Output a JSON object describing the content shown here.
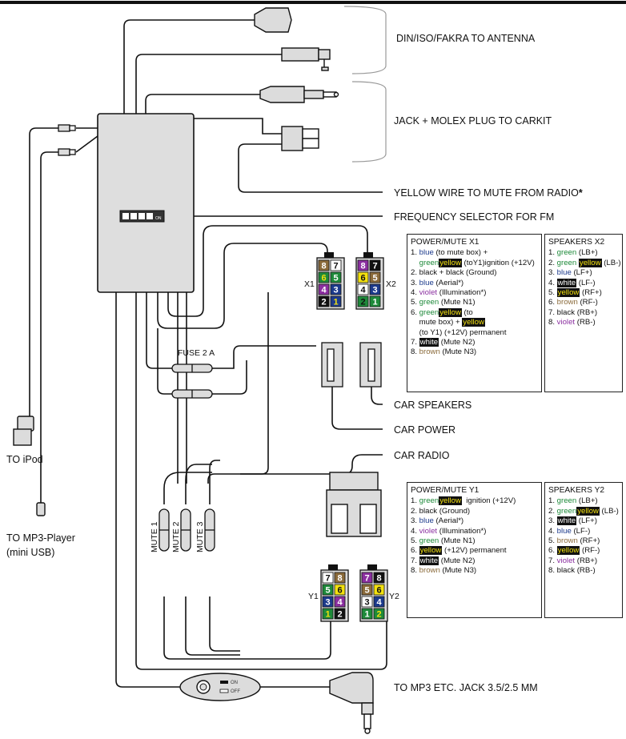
{
  "labels": {
    "antenna": "DIN/ISO/FAKRA TO ANTENNA",
    "carkit": "JACK + MOLEX PLUG TO CARKIT",
    "mute_radio": "YELLOW WIRE TO MUTE FROM RADIO",
    "mute_radio_star": "*",
    "freq": "FREQUENCY SELECTOR FOR FM",
    "car_speakers": "CAR SPEAKERS",
    "car_power": "CAR POWER",
    "car_radio": "CAR RADIO",
    "ipod": "TO iPod",
    "mp3_line1": "TO MP3-Player",
    "mp3_line2": "(mini USB)",
    "mp3_jack": "TO MP3 ETC. JACK 3.5/2.5 MM",
    "fuse": "FUSE 2 A",
    "x1": "X1",
    "x2": "X2",
    "y1": "Y1",
    "y2": "Y2",
    "mute1": "MUTE 1",
    "mute2": "MUTE 2",
    "mute3": "MUTE 3",
    "switch_on": "ON",
    "switch_off": "OFF",
    "dip_on": "ON"
  },
  "connectors": {
    "x1": [
      {
        "n": "8",
        "bg": "#8a6a3a",
        "fg": "#ffffff"
      },
      {
        "n": "7",
        "bg": "#ffffff",
        "fg": "#111111"
      },
      {
        "n": "6",
        "bg": "#1e8a3a",
        "fg": "#f3e10f"
      },
      {
        "n": "5",
        "bg": "#1e8a3a",
        "fg": "#ffffff"
      },
      {
        "n": "4",
        "bg": "#8b2fa0",
        "fg": "#ffffff"
      },
      {
        "n": "3",
        "bg": "#1c3a8c",
        "fg": "#ffffff"
      },
      {
        "n": "2",
        "bg": "#111111",
        "fg": "#ffffff"
      },
      {
        "n": "1",
        "bg": "#1c3a8c",
        "fg": "#f3e10f"
      }
    ],
    "x2": [
      {
        "n": "8",
        "bg": "#8b2fa0",
        "fg": "#ffffff"
      },
      {
        "n": "7",
        "bg": "#111111",
        "fg": "#ffffff"
      },
      {
        "n": "6",
        "bg": "#f3e10f",
        "fg": "#111111"
      },
      {
        "n": "5",
        "bg": "#8a6a3a",
        "fg": "#ffffff"
      },
      {
        "n": "4",
        "bg": "#ffffff",
        "fg": "#111111"
      },
      {
        "n": "3",
        "bg": "#1c3a8c",
        "fg": "#ffffff"
      },
      {
        "n": "2",
        "bg": "#1e8a3a",
        "fg": "#111111"
      },
      {
        "n": "1",
        "bg": "#1e8a3a",
        "fg": "#ffffff"
      }
    ],
    "y1": [
      {
        "n": "7",
        "bg": "#ffffff",
        "fg": "#111111"
      },
      {
        "n": "8",
        "bg": "#8a6a3a",
        "fg": "#ffffff"
      },
      {
        "n": "5",
        "bg": "#1e8a3a",
        "fg": "#ffffff"
      },
      {
        "n": "6",
        "bg": "#f3e10f",
        "fg": "#111111"
      },
      {
        "n": "3",
        "bg": "#1c3a8c",
        "fg": "#ffffff"
      },
      {
        "n": "4",
        "bg": "#8b2fa0",
        "fg": "#ffffff"
      },
      {
        "n": "1",
        "bg": "#1e8a3a",
        "fg": "#f3e10f"
      },
      {
        "n": "2",
        "bg": "#111111",
        "fg": "#ffffff"
      }
    ],
    "y2": [
      {
        "n": "7",
        "bg": "#8b2fa0",
        "fg": "#ffffff"
      },
      {
        "n": "8",
        "bg": "#111111",
        "fg": "#ffffff"
      },
      {
        "n": "5",
        "bg": "#8a6a3a",
        "fg": "#ffffff"
      },
      {
        "n": "6",
        "bg": "#f3e10f",
        "fg": "#111111"
      },
      {
        "n": "3",
        "bg": "#ffffff",
        "fg": "#111111"
      },
      {
        "n": "4",
        "bg": "#1c3a8c",
        "fg": "#ffffff"
      },
      {
        "n": "1",
        "bg": "#1e8a3a",
        "fg": "#ffffff"
      },
      {
        "n": "2",
        "bg": "#1e8a3a",
        "fg": "#f3e10f"
      }
    ]
  },
  "legends": {
    "power_x1": {
      "title": "POWER/MUTE X1",
      "rows": [
        [
          {
            "t": "1. ",
            "c": "plain"
          },
          {
            "t": "blue",
            "c": "blue"
          },
          {
            "t": " (to mute box) +",
            "c": "plain"
          }
        ],
        [
          {
            "t": "    ",
            "c": "plain"
          },
          {
            "t": "green",
            "c": "green"
          },
          {
            "t": "yellow",
            "c": "yellow"
          },
          {
            "t": " (toY1)ignition (+12V)",
            "c": "plain"
          }
        ],
        [
          {
            "t": "2. black + black (Ground)",
            "c": "plain"
          }
        ],
        [
          {
            "t": "3. ",
            "c": "plain"
          },
          {
            "t": "blue",
            "c": "blue"
          },
          {
            "t": " (Aerial*)",
            "c": "plain"
          }
        ],
        [
          {
            "t": "4. ",
            "c": "plain"
          },
          {
            "t": "violet",
            "c": "violet"
          },
          {
            "t": " (Illumination*)",
            "c": "plain"
          }
        ],
        [
          {
            "t": "5. ",
            "c": "plain"
          },
          {
            "t": "green",
            "c": "green"
          },
          {
            "t": " (Mute N1)",
            "c": "plain"
          }
        ],
        [
          {
            "t": "6. ",
            "c": "plain"
          },
          {
            "t": "green",
            "c": "green"
          },
          {
            "t": "yellow",
            "c": "yellow"
          },
          {
            "t": " (to",
            "c": "plain"
          }
        ],
        [
          {
            "t": "    mute box) + ",
            "c": "plain"
          },
          {
            "t": "yellow",
            "c": "yellow"
          }
        ],
        [
          {
            "t": "    (to Y1)  (+12V) permanent",
            "c": "plain"
          }
        ],
        [
          {
            "t": "7. ",
            "c": "plain"
          },
          {
            "t": "white",
            "c": "white"
          },
          {
            "t": " (Mute N2)",
            "c": "plain"
          }
        ],
        [
          {
            "t": "8. ",
            "c": "plain"
          },
          {
            "t": "brown",
            "c": "brown"
          },
          {
            "t": " (Mute N3)",
            "c": "plain"
          }
        ]
      ]
    },
    "speakers_x2": {
      "title": "SPEAKERS X2",
      "rows": [
        [
          {
            "t": "1. ",
            "c": "plain"
          },
          {
            "t": "green",
            "c": "green"
          },
          {
            "t": " (LB+)",
            "c": "plain"
          }
        ],
        [
          {
            "t": "2. ",
            "c": "plain"
          },
          {
            "t": "green",
            "c": "green"
          },
          {
            "t": " ",
            "c": "plain"
          },
          {
            "t": "yellow",
            "c": "yellow"
          },
          {
            "t": " (LB-)",
            "c": "plain"
          }
        ],
        [
          {
            "t": "3. ",
            "c": "plain"
          },
          {
            "t": "blue",
            "c": "blue"
          },
          {
            "t": " (LF+)",
            "c": "plain"
          }
        ],
        [
          {
            "t": "4. ",
            "c": "plain"
          },
          {
            "t": "white",
            "c": "white"
          },
          {
            "t": " (LF-)",
            "c": "plain"
          }
        ],
        [
          {
            "t": "5. ",
            "c": "plain"
          },
          {
            "t": "yellow",
            "c": "yellow"
          },
          {
            "t": " (RF+)",
            "c": "plain"
          }
        ],
        [
          {
            "t": "6. ",
            "c": "plain"
          },
          {
            "t": "brown",
            "c": "brown"
          },
          {
            "t": " (RF-)",
            "c": "plain"
          }
        ],
        [
          {
            "t": "7. black (RB+)",
            "c": "plain"
          }
        ],
        [
          {
            "t": "8. ",
            "c": "plain"
          },
          {
            "t": "violet",
            "c": "violet"
          },
          {
            "t": " (RB-)",
            "c": "plain"
          }
        ]
      ]
    },
    "power_y1": {
      "title": "POWER/MUTE Y1",
      "rows": [
        [
          {
            "t": "1. ",
            "c": "plain"
          },
          {
            "t": "green",
            "c": "green"
          },
          {
            "t": "yellow",
            "c": "yellow"
          },
          {
            "t": "  ignition (+12V)",
            "c": "plain"
          }
        ],
        [
          {
            "t": "2. black (Ground)",
            "c": "plain"
          }
        ],
        [
          {
            "t": "3. ",
            "c": "plain"
          },
          {
            "t": "blue",
            "c": "blue"
          },
          {
            "t": " (Aerial*)",
            "c": "plain"
          }
        ],
        [
          {
            "t": "4. ",
            "c": "plain"
          },
          {
            "t": "violet",
            "c": "violet"
          },
          {
            "t": " (Illumination*)",
            "c": "plain"
          }
        ],
        [
          {
            "t": "5. ",
            "c": "plain"
          },
          {
            "t": "green",
            "c": "green"
          },
          {
            "t": " (Mute N1)",
            "c": "plain"
          }
        ],
        [
          {
            "t": "6. ",
            "c": "plain"
          },
          {
            "t": "yellow",
            "c": "yellow"
          },
          {
            "t": " (+12V) permanent",
            "c": "plain"
          }
        ],
        [
          {
            "t": "7. ",
            "c": "plain"
          },
          {
            "t": "white",
            "c": "white"
          },
          {
            "t": " (Mute N2)",
            "c": "plain"
          }
        ],
        [
          {
            "t": "8. ",
            "c": "plain"
          },
          {
            "t": "brown",
            "c": "brown"
          },
          {
            "t": " (Mute N3)",
            "c": "plain"
          }
        ]
      ]
    },
    "speakers_y2": {
      "title": "SPEAKERS Y2",
      "rows": [
        [
          {
            "t": "1. ",
            "c": "plain"
          },
          {
            "t": "green",
            "c": "green"
          },
          {
            "t": " (LB+)",
            "c": "plain"
          }
        ],
        [
          {
            "t": "2. ",
            "c": "plain"
          },
          {
            "t": "green",
            "c": "green"
          },
          {
            "t": "yellow",
            "c": "yellow"
          },
          {
            "t": " (LB-)",
            "c": "plain"
          }
        ],
        [
          {
            "t": "3. ",
            "c": "plain"
          },
          {
            "t": "white",
            "c": "white"
          },
          {
            "t": " (LF+)",
            "c": "plain"
          }
        ],
        [
          {
            "t": "4. ",
            "c": "plain"
          },
          {
            "t": "blue",
            "c": "blue"
          },
          {
            "t": " (LF-)",
            "c": "plain"
          }
        ],
        [
          {
            "t": "5. ",
            "c": "plain"
          },
          {
            "t": "brown",
            "c": "brown"
          },
          {
            "t": " (RF+)",
            "c": "plain"
          }
        ],
        [
          {
            "t": "6. ",
            "c": "plain"
          },
          {
            "t": "yellow",
            "c": "yellow"
          },
          {
            "t": " (RF-)",
            "c": "plain"
          }
        ],
        [
          {
            "t": "7. ",
            "c": "plain"
          },
          {
            "t": "violet",
            "c": "violet"
          },
          {
            "t": " (RB+)",
            "c": "plain"
          }
        ],
        [
          {
            "t": "8. black  (RB-)",
            "c": "plain"
          }
        ]
      ]
    }
  }
}
